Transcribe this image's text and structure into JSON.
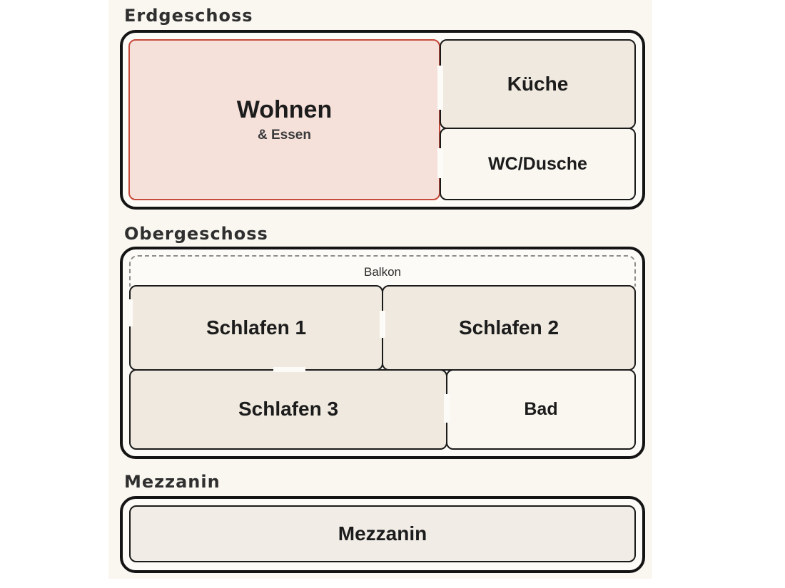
{
  "floors": {
    "ground": {
      "label": "Erdgeschoss",
      "rooms": {
        "living": {
          "name": "Wohnen",
          "sub": "& Essen"
        },
        "kitchen": {
          "name": "Küche"
        },
        "wc": {
          "name": "WC/Dusche"
        }
      }
    },
    "upper": {
      "label": "Obergeschoss",
      "balcony": "Balkon",
      "rooms": {
        "bed1": {
          "name": "Schlafen 1"
        },
        "bed2": {
          "name": "Schlafen 2"
        },
        "bed3": {
          "name": "Schlafen 3"
        },
        "bath": {
          "name": "Bad"
        }
      }
    },
    "mezzanine": {
      "label": "Mezzanin",
      "rooms": {
        "mezz": {
          "name": "Mezzanin"
        }
      }
    }
  },
  "colors": {
    "living_fill": "#f5e0da",
    "living_outline": "#c64a3b",
    "room_beige": "#efe9df",
    "room_cream": "#faf7f0",
    "wall": "#141414"
  }
}
